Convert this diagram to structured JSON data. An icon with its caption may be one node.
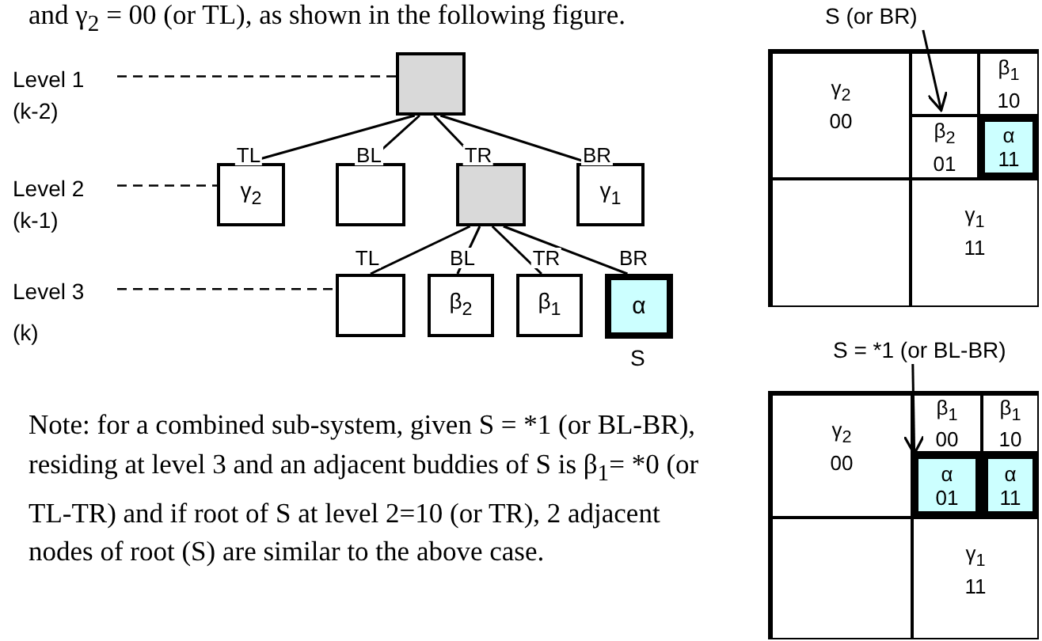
{
  "diagram": {
    "nodes": [
      {
        "text": [],
        "shape": "box"
      },
      {
        "text": [
          "γ$_{2}$"
        ]
      },
      {
        "text": [],
        "shape": "box"
      },
      {
        "text": [],
        "shape": "box"
      },
      {
        "text": [
          "γ$_{1}$"
        ]
      },
      {
        "text": [],
        "shape": "box"
      },
      {
        "text": [
          "β$_{2}$"
        ]
      },
      {
        "text": [
          "β$_{1}$"
        ]
      },
      {
        "text": [
          "α"
        ],
        "beside": [
          "S"
        ]
      },
      {
        "text": [
          "Level 1",
          "(k-2)"
        ]
      },
      {
        "text": [
          "Level 2",
          "(k-1)"
        ]
      },
      {
        "text": [
          "Level 3",
          "(k)"
        ]
      },
      {
        "text": [
          "S (or BR)"
        ]
      },
      {
        "text": [],
        "shape": "box"
      },
      {
        "text": [
          "γ$_{2}$",
          "00"
        ],
        "in": 13
      },
      {
        "text": [],
        "shape": "box",
        "in": 13
      },
      {
        "text": [
          "β$_{1}$",
          "10"
        ],
        "in": 13
      },
      {
        "text": [
          "β$_{2}$",
          "01"
        ],
        "in": 13
      },
      {
        "text": [
          "α",
          "11"
        ],
        "in": 13
      },
      {
        "text": [],
        "shape": "box",
        "in": 13
      },
      {
        "text": [
          "γ$_{1}$",
          "11"
        ],
        "in": 13
      },
      {
        "text": [
          "S = *1 (or BL-BR)"
        ]
      },
      {
        "text": [],
        "shape": "box"
      },
      {
        "text": [
          "γ$_{2}$",
          "00"
        ],
        "in": 22
      },
      {
        "text": [
          "β$_{1}$",
          "00"
        ],
        "in": 22
      },
      {
        "text": [
          "β$_{1}$",
          "10"
        ],
        "in": 22
      },
      {
        "text": [
          "α",
          "01"
        ],
        "in": 22
      },
      {
        "text": [
          "α",
          "11"
        ],
        "in": 22
      },
      {
        "text": [],
        "shape": "box",
        "in": 22
      },
      {
        "text": [
          "γ$_{1}$",
          "11"
        ],
        "in": 22
      }
    ],
    "edges": [
      {
        "from": 0,
        "to": 1,
        "arrow": "none",
        "label": "TL"
      },
      {
        "from": 0,
        "to": 2,
        "arrow": "none",
        "label": "BL"
      },
      {
        "from": 0,
        "to": 3,
        "arrow": "none",
        "label": "TR"
      },
      {
        "from": 0,
        "to": 4,
        "arrow": "none",
        "label": "BR"
      },
      {
        "from": 3,
        "to": 5,
        "arrow": "none",
        "label": "TL"
      },
      {
        "from": 3,
        "to": 6,
        "arrow": "none",
        "label": "BL"
      },
      {
        "from": 3,
        "to": 7,
        "arrow": "none",
        "label": "TR"
      },
      {
        "from": 3,
        "to": 8,
        "arrow": "none",
        "label": "BR"
      },
      {
        "from": 9,
        "to": 0,
        "arrow": "none",
        "style": "dashed"
      },
      {
        "from": 10,
        "to": 1,
        "arrow": "none",
        "style": "dashed"
      },
      {
        "from": 11,
        "to": 5,
        "arrow": "none",
        "style": "dashed"
      },
      {
        "from": 12,
        "to": 15,
        "arrow": "to"
      },
      {
        "from": 21,
        "to": 26,
        "arrow": "to"
      }
    ],
    "labels": [
      "and γ$_{2}$ = 00 (or TL), as shown in the following figure.",
      "Note: for a combined sub-system, given S = *1 (or BL-BR), residing at level 3 and an adjacent buddies of S is β$_{1}$= *0 (or TL-TR) and if root of S at level 2=10 (or TR), 2 adjacent nodes of root (S) are similar to the above case."
    ]
  }
}
